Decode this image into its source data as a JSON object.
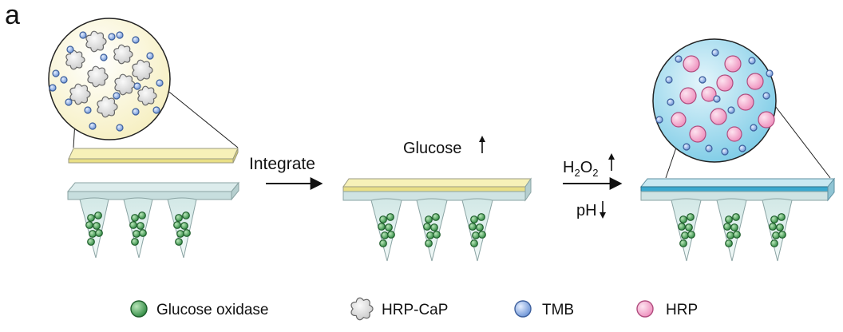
{
  "panel_label": "a",
  "steps": {
    "integrate": "Integrate",
    "glucose": "Glucose",
    "h2o2": {
      "h": "H",
      "sub1": "2",
      "o": "O",
      "sub2": "2"
    },
    "ph": "pH"
  },
  "legend": [
    {
      "label": "Glucose oxidase",
      "icon": "green-sphere-icon"
    },
    {
      "label": "HRP-CaP",
      "icon": "gray-flower-icon"
    },
    {
      "label": "TMB",
      "icon": "blue-sphere-icon"
    },
    {
      "label": "HRP",
      "icon": "pink-sphere-icon"
    }
  ],
  "colors": {
    "yellow_patch": "#f5efa8",
    "yellow_bubble": "#fbf8dc",
    "blue_patch": "#4cb7d8",
    "blue_bubble": "#a6def0",
    "base": "#d6ebeb",
    "needle": "#dcefed",
    "glucose_oxidase": "#3f9a52",
    "tmb": "#8fb2e6",
    "hrp": "#f3a9cb",
    "hrp_cap": "#d9d9d9"
  }
}
